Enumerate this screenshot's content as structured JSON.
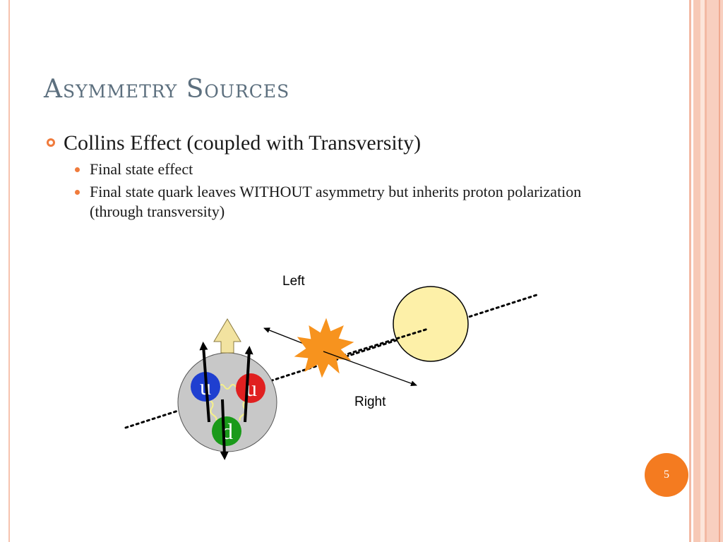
{
  "slide": {
    "title": "Asymmetry Sources",
    "bullets": [
      {
        "text": "Collins Effect (coupled with Transversity)",
        "subs": [
          "Final state effect",
          "Final state quark leaves WITHOUT asymmetry but inherits proton polarization (through transversity)"
        ]
      }
    ],
    "page_number": "5"
  },
  "diagram": {
    "label_left": "Left",
    "label_right": "Right",
    "quarks": [
      {
        "label": "u",
        "color": "#1f3fd0"
      },
      {
        "label": "u",
        "color": "#e02020"
      },
      {
        "label": "d",
        "color": "#1a9a1a"
      }
    ],
    "colors": {
      "proton": "#c8c8c8",
      "target": "#fdf0a8",
      "burst": "#f7931e",
      "spin_arrow": "#f2e3a0",
      "accent": "#f07b3c"
    }
  }
}
